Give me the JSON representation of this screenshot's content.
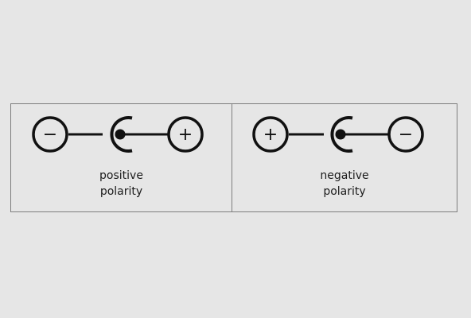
{
  "panels": [
    {
      "id": "positive",
      "caption_line1": "positive",
      "caption_line2": "polarity",
      "outer_symbol": "−",
      "pin_symbol": "+",
      "outer_icon": "minus-terminal-icon",
      "pin_icon": "plus-terminal-icon"
    },
    {
      "id": "negative",
      "caption_line1": "negative",
      "caption_line2": "polarity",
      "outer_symbol": "+",
      "pin_symbol": "−",
      "outer_icon": "plus-terminal-icon",
      "pin_icon": "minus-terminal-icon"
    }
  ],
  "colors": {
    "background": "#e6e6e6",
    "border": "#7e7e7e",
    "ink": "#111111"
  }
}
